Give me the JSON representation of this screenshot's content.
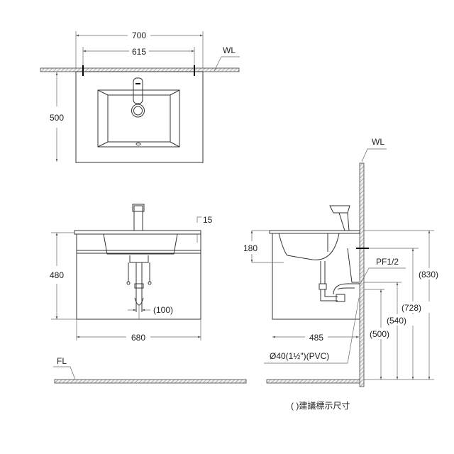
{
  "top_view": {
    "width_total": "700",
    "width_mount": "615",
    "depth": "500",
    "wall_label": "WL"
  },
  "front_view": {
    "counter_thickness": "15",
    "height": "480",
    "width": "680",
    "drain_spacing": "(100)",
    "floor_label": "FL"
  },
  "side_view": {
    "wall_label": "WL",
    "basin_depth": "180",
    "projection": "485",
    "supply_label": "PF1/2",
    "drain_label": "Ø40(1½\")(PVC)",
    "heights": [
      "(830)",
      "(728)",
      "(540)",
      "(500)"
    ]
  },
  "note": "( )建議標示尺寸"
}
